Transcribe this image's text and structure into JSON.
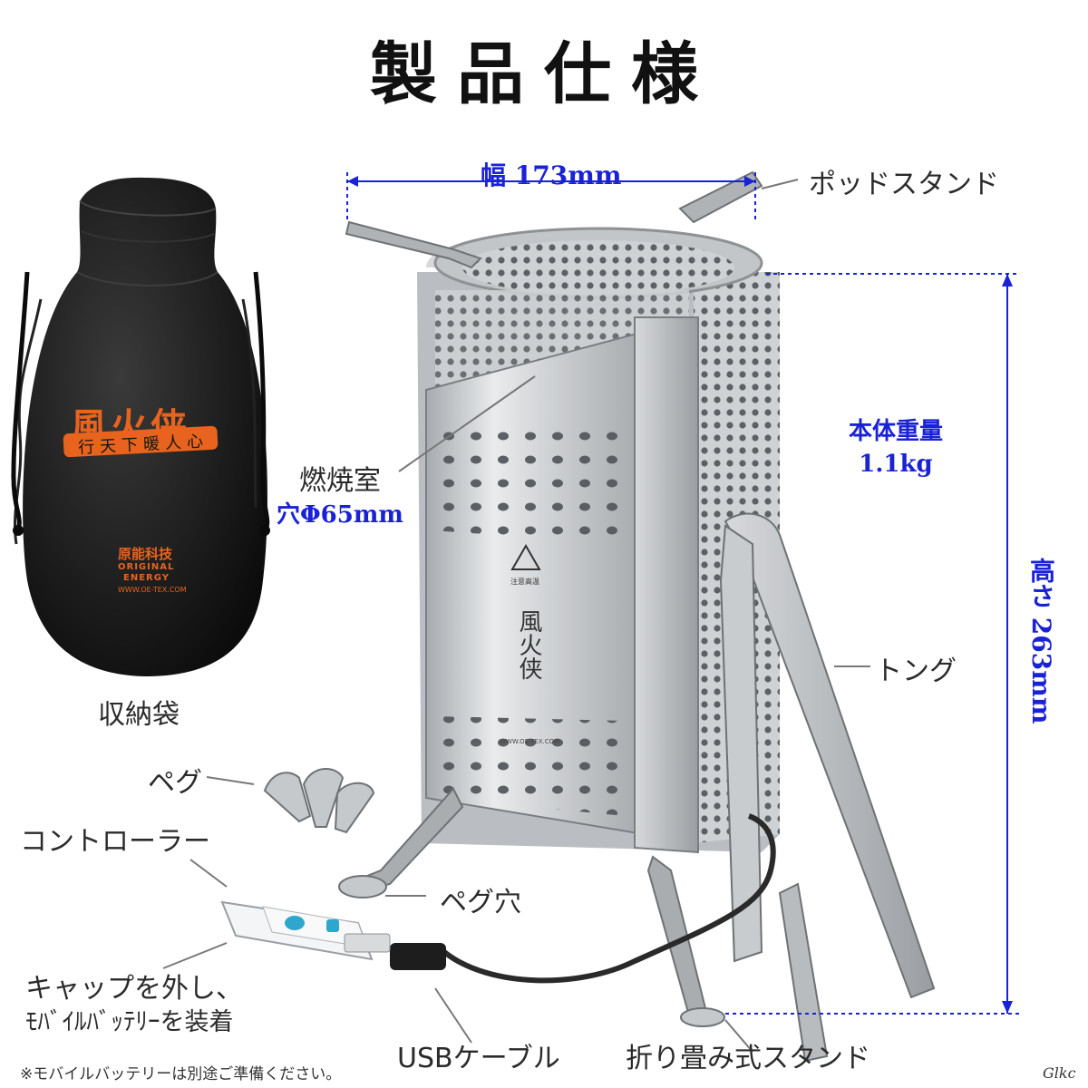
{
  "title": "製品仕様",
  "width_label": "幅 173mm",
  "height_label": "高さ 263mm",
  "weight": {
    "line1": "本体重量",
    "line2": "1.1kg"
  },
  "chamber": {
    "line1": "燃焼室",
    "line2": "穴Φ65mm"
  },
  "callouts": {
    "pot_stand": "ポッドスタンド",
    "tongs": "トング",
    "storage_bag": "収納袋",
    "peg": "ペグ",
    "controller": "コントローラー",
    "peg_hole": "ペグ穴",
    "cap_line1": "キャップを外し、",
    "cap_line2": "ﾓﾊﾞｲﾙﾊﾞｯﾃﾘｰを装着",
    "usb_cable": "USBケーブル",
    "folding_stand": "折り畳み式スタンド"
  },
  "footnote": "※モバイルバッテリーは別途ご準備ください。",
  "signature": "Glkc",
  "bag_print": {
    "brand": "風火侠",
    "slogan": "行天下暖人心",
    "company": "原能科技",
    "company_en1": "ORIGINAL",
    "company_en2": "ENERGY",
    "url": "WWW.OE-TEX.COM"
  },
  "stove_print": {
    "logo": "風火侠",
    "url": "WWW.OE-TEX.COM",
    "badge": "注意高温"
  },
  "colors": {
    "accent_blue": "#1a22d6",
    "bag_black": "#151515",
    "bag_orange": "#e8641e",
    "steel": "#c9cccf"
  },
  "icons": [
    "stove",
    "storage-bag",
    "peg",
    "usb-controller",
    "usb-cable",
    "tongs"
  ]
}
